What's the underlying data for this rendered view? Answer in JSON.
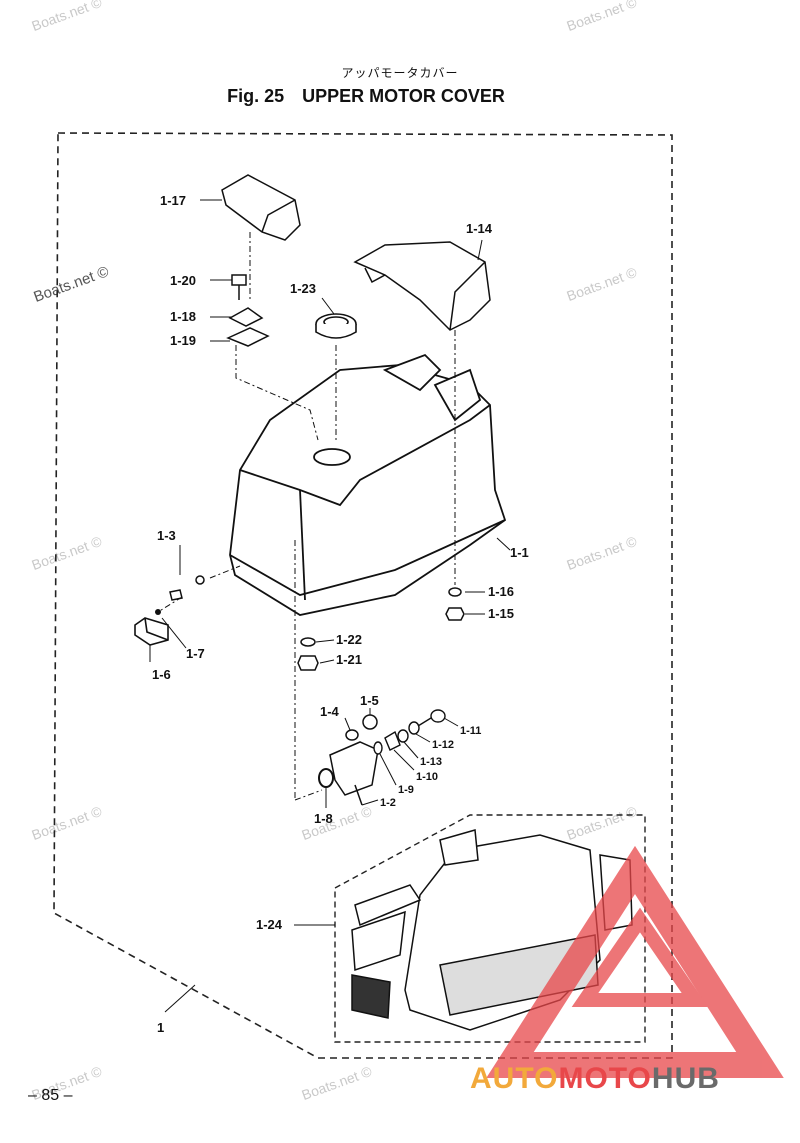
{
  "header": {
    "title_jp": "アッパモータカバー",
    "fig_number": "Fig. 25",
    "title": "UPPER MOTOR COVER"
  },
  "page_number": "– 85 –",
  "watermark": "Boats.net ©",
  "brand": {
    "part_auto": "AUTO",
    "part_moto": "MOTO",
    "part_hub": "HUB",
    "colors": {
      "auto": "#f2a93b",
      "moto": "#e8474a",
      "hub": "#6a6a6a",
      "logo": "#e8474a"
    }
  },
  "callouts": {
    "c1": "1",
    "c1_1": "1-1",
    "c1_2": "1-2",
    "c1_3": "1-3",
    "c1_4": "1-4",
    "c1_5": "1-5",
    "c1_6": "1-6",
    "c1_7": "1-7",
    "c1_8": "1-8",
    "c1_9": "1-9",
    "c1_10": "1-10",
    "c1_11": "1-11",
    "c1_12": "1-12",
    "c1_13": "1-13",
    "c1_14": "1-14",
    "c1_15": "1-15",
    "c1_16": "1-16",
    "c1_17": "1-17",
    "c1_18": "1-18",
    "c1_19": "1-19",
    "c1_20": "1-20",
    "c1_21": "1-21",
    "c1_22": "1-22",
    "c1_23": "1-23",
    "c1_24": "1-24"
  }
}
